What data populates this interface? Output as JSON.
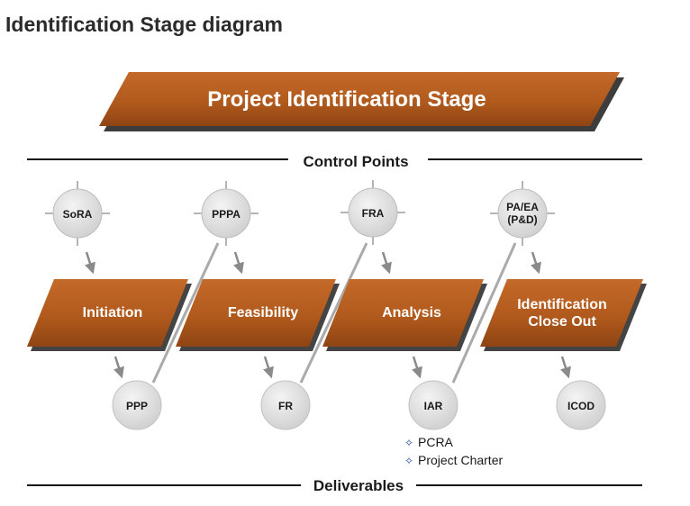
{
  "page": {
    "title": "Identification Stage diagram"
  },
  "banner": {
    "title": "Project Identification Stage"
  },
  "sections": {
    "control_points": "Control Points",
    "deliverables": "Deliverables"
  },
  "control_points": [
    {
      "label": "SoRA"
    },
    {
      "label": "PPPA"
    },
    {
      "label": "FRA"
    },
    {
      "label": "PA/EA",
      "label2": "(P&D)"
    }
  ],
  "phases": [
    {
      "label": "Initiation"
    },
    {
      "label": "Feasibility"
    },
    {
      "label": "Analysis"
    },
    {
      "label": "Identification",
      "label2": "Close Out"
    }
  ],
  "deliverables": [
    {
      "label": "PPP"
    },
    {
      "label": "FR"
    },
    {
      "label": "IAR"
    },
    {
      "label": "ICOD"
    }
  ],
  "iar_notes": [
    "PCRA",
    "Project Charter"
  ],
  "colors": {
    "banner_fill": "#b35a1f",
    "banner_shadow": "#3a3a3a",
    "circle_fill": "#dedede",
    "note_bullet": "#1f4e9a",
    "text_dark": "#1a1a1a"
  }
}
